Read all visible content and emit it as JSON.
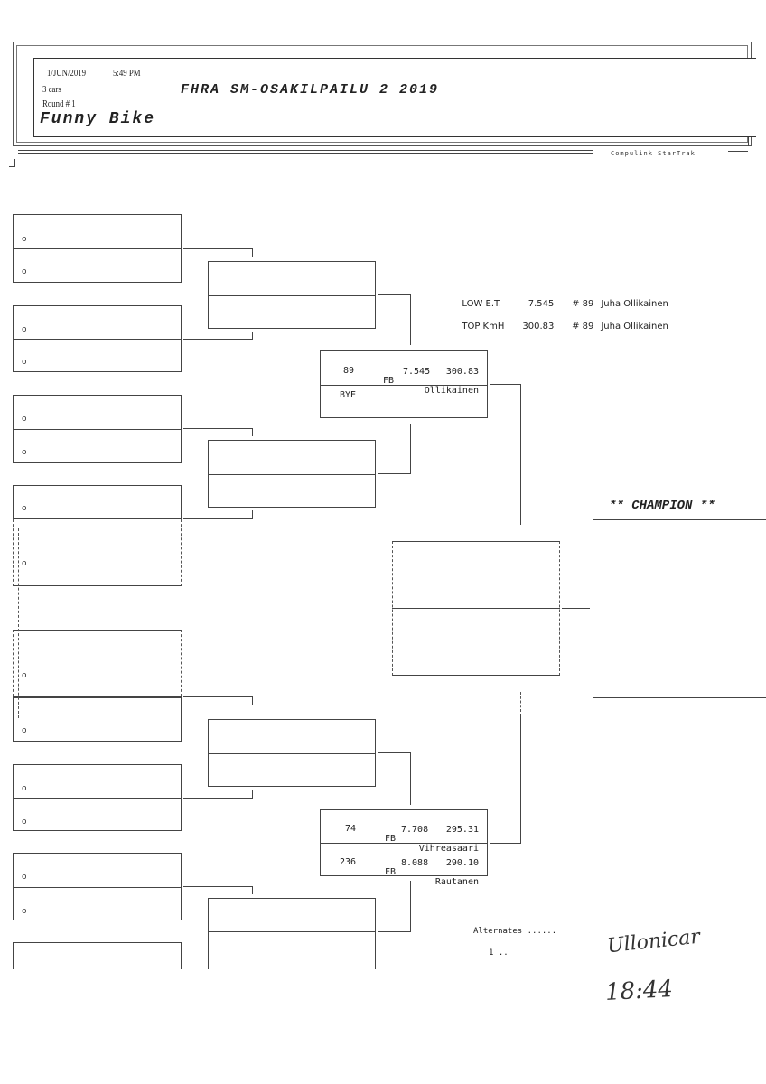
{
  "header": {
    "date": "1/JUN/2019",
    "time": "5:49 PM",
    "cars": "3 cars",
    "round": "Round # 1",
    "event_title": "FHRA SM-OSAKILPAILU 2 2019",
    "class_name": "Funny Bike",
    "brand": "Compulink  StarTrak"
  },
  "records": [
    {
      "label": "LOW E.T.",
      "value": "7.545",
      "car": "# 89",
      "driver": "Juha Ollikainen"
    },
    {
      "label": "TOP KmH",
      "value": "300.83",
      "car": "# 89",
      "driver": "Juha Ollikainen"
    }
  ],
  "round1_marker": "o",
  "matchups": {
    "upper": {
      "lane1": {
        "number": "89",
        "class": "FB",
        "name": "Ollikainen",
        "et": "7.545",
        "speed": "300.83"
      },
      "lane2": {
        "label": "BYE"
      }
    },
    "lower": {
      "lane1": {
        "number": "74",
        "class": "FB",
        "name": "Vihreasaari",
        "et": "7.708",
        "speed": "295.31"
      },
      "lane2": {
        "number": "236",
        "class": "FB",
        "name": "Rautanen",
        "et": "8.088",
        "speed": "290.10"
      }
    }
  },
  "champion_label": "** CHAMPION **",
  "alternates": {
    "label": "Alternates ......",
    "items": [
      "1 .."
    ]
  },
  "handwritten": {
    "signature": "Ullonicar",
    "time": "18:44"
  }
}
